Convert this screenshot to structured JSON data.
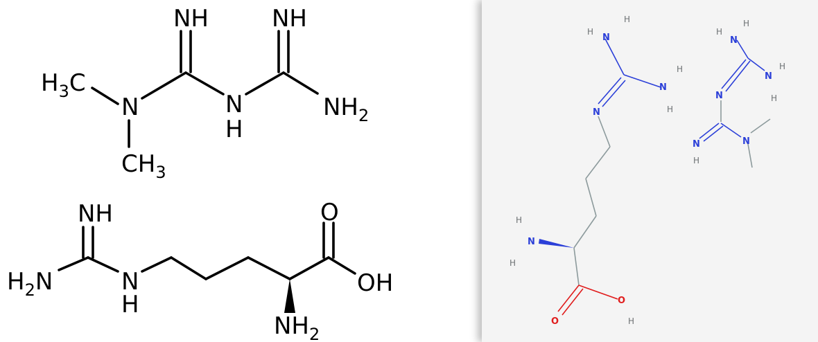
{
  "skeletal": {
    "metformin": {
      "nh_left": "NH",
      "nh_right": "NH",
      "h3c": "H",
      "h3c_sub": "3",
      "h3c_c": "C",
      "n_dimethyl": "N",
      "nh_bridge_n": "N",
      "nh_bridge_h": "H",
      "nh2": "NH",
      "nh2_sub": "2",
      "ch3": "CH",
      "ch3_sub": "3"
    },
    "arginine": {
      "imine": "NH",
      "h2n_h": "H",
      "h2n_sub": "2",
      "h2n_n": "N",
      "nh_n": "N",
      "nh_h": "H",
      "carbonyl_o": "O",
      "oh": "OH",
      "nh2": "NH",
      "nh2_sub": "2"
    }
  },
  "model3d": {
    "n": "N",
    "h": "H",
    "o": "O"
  },
  "colors": {
    "bond": "#000000",
    "nitrogen": "#2b3fd8",
    "oxygen": "#e01c1c",
    "carbon": "#8c9a9c",
    "hydrogen": "#6e7274",
    "panel": "#f4f4f4"
  }
}
